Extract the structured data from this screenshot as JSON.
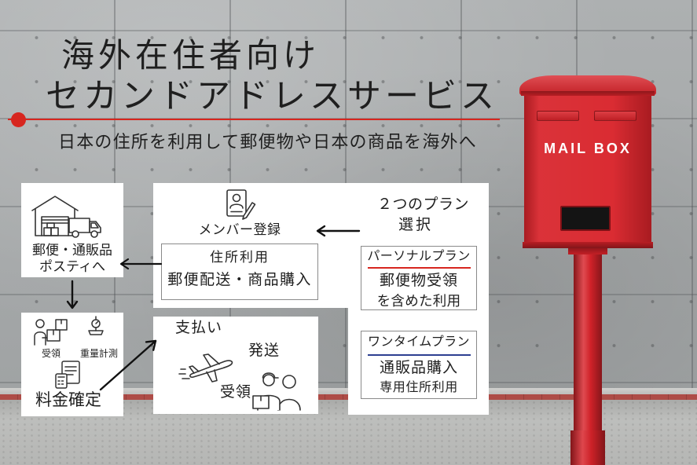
{
  "header": {
    "title_line1": "海外在住者向け",
    "title_line2": "セカンドアドレスサービス",
    "subtitle": "日本の住所を利用して郵便物や日本の商品を海外へ"
  },
  "flow": {
    "arrival": {
      "icon": "warehouse-truck-icon",
      "lines": [
        "郵便・通販品",
        "ポスティへ"
      ]
    },
    "inspection": {
      "receive": {
        "icon": "receive-package-icon",
        "label": "受領"
      },
      "weigh": {
        "icon": "scale-icon",
        "label": "重量計測"
      },
      "fee": {
        "icon": "invoice-calculator-icon",
        "label": "料金確定"
      }
    },
    "registration": {
      "icon": "member-registration-icon",
      "label": "メンバー登録"
    },
    "plan_choice": {
      "lines": [
        "２つのプラン",
        "選択"
      ]
    },
    "usage": {
      "lines": [
        "住所利用",
        "郵便配送・商品購入"
      ]
    },
    "plans": [
      {
        "name": "パーソナルプラン",
        "underline_color": "#d7261f",
        "lines": [
          "郵便物受領",
          "を含めた利用"
        ]
      },
      {
        "name": "ワンタイムプラン",
        "underline_color": "#2d3f91",
        "lines": [
          "通販品購入",
          "専用住所利用"
        ]
      }
    ],
    "payment": {
      "label": "支払い",
      "ship_label": "発送",
      "ship_icon": "airplane-icon",
      "receive_label": "受領",
      "receive_icon": "delivery-person-icon"
    }
  },
  "mailbox": {
    "label": "MAIL BOX",
    "color": "#d8232a"
  },
  "colors": {
    "accent": "#d7261f",
    "panel": "#ffffff",
    "text": "#1f1f1f"
  }
}
